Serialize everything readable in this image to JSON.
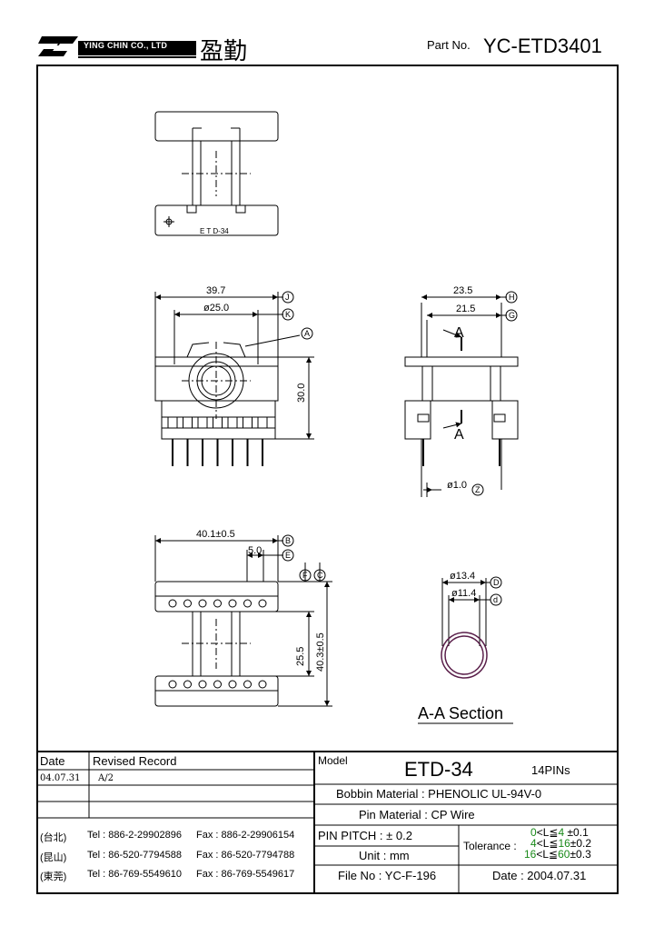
{
  "header": {
    "company_name": "YING CHIN CO., LTD",
    "company_chinese": "盈勤",
    "part_no_label": "Part No.",
    "part_no_value": "YC-ETD3401"
  },
  "dimensions": {
    "d_39_7": "39.7",
    "d_25_0": "ø25.0",
    "d_30_0": "30.0",
    "d_23_5": "23.5",
    "d_21_5": "21.5",
    "d_1_0": "ø1.0",
    "d_40_1": "40.1±0.5",
    "d_5_0": "5.0",
    "d_25_5": "25.5",
    "d_40_3": "40.3±0.5",
    "d_13_4": "ø13.4",
    "d_11_4": "ø11.4",
    "top_view_label": "E T D-34",
    "section_marker": "A"
  },
  "markers": {
    "J": "J",
    "K": "K",
    "A": "A",
    "H": "H",
    "G": "G",
    "Z": "Z",
    "B": "B",
    "E": "E",
    "F": "F",
    "C": "C",
    "D": "D",
    "d": "d"
  },
  "section_title": "A-A Section",
  "revision": {
    "date_header": "Date",
    "record_header": "Revised Record",
    "rows": [
      {
        "date": "04.07.31",
        "record": "A/2"
      },
      {
        "date": "",
        "record": ""
      },
      {
        "date": "",
        "record": ""
      }
    ]
  },
  "contacts": [
    {
      "region": "(台北)",
      "tel": "Tel : 886-2-29902896",
      "fax": "Fax : 886-2-29906154"
    },
    {
      "region": "(昆山)",
      "tel": "Tel : 86-520-7794588",
      "fax": "Fax : 86-520-7794788"
    },
    {
      "region": "(東莞)",
      "tel": "Tel : 86-769-5549610",
      "fax": "Fax : 86-769-5549617"
    }
  ],
  "spec": {
    "model_label": "Model",
    "model_value": "ETD-34",
    "pins": "14PINs",
    "bobbin_material": "Bobbin  Material : PHENOLIC UL-94V-0",
    "pin_material": "Pin  Material : CP Wire",
    "pin_pitch": "PIN  PITCH : ± 0.2",
    "unit": "Unit : mm",
    "file_no": "File  No : YC-F-196",
    "tolerance_label": "Tolerance :",
    "tolerance_rows": [
      {
        "range_lo": "0",
        "op": "<L≦",
        "range_hi": "4",
        "tol": "±0.1"
      },
      {
        "range_lo": "4",
        "op": "<L≦",
        "range_hi": "16",
        "tol": "±0.2"
      },
      {
        "range_lo": "16",
        "op": "<L≦",
        "range_hi": "60",
        "tol": "±0.3"
      }
    ],
    "date": "Date : 2004.07.31"
  }
}
